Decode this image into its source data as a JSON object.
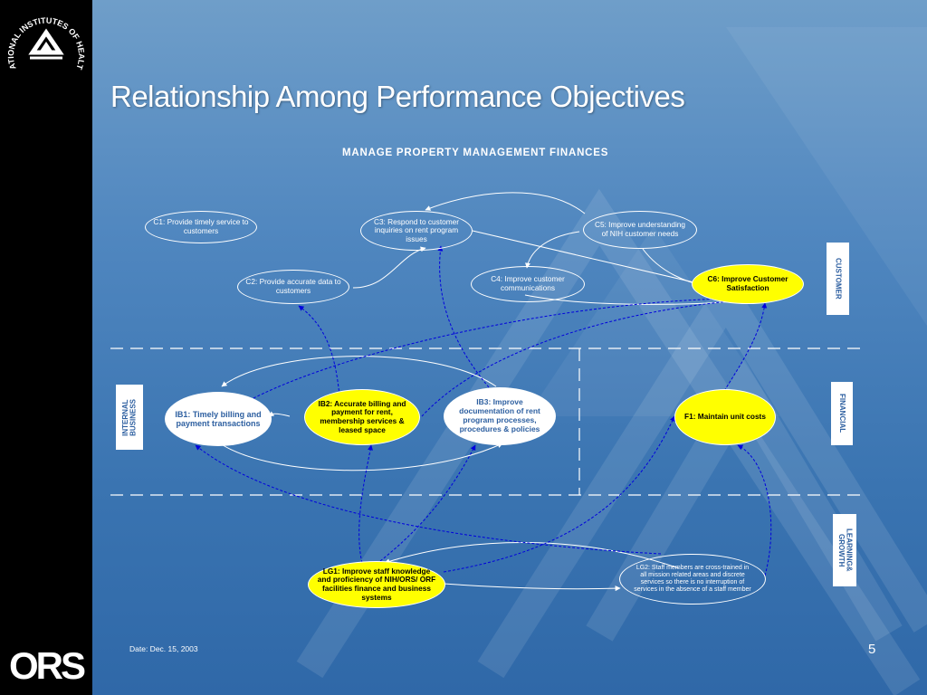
{
  "title": "Relationship Among Performance Objectives",
  "subtitle": "MANAGE  PROPERTY  MANAGEMENT  FINANCES",
  "logos": {
    "nih": "NATIONAL INSTITUTES OF HEALTH",
    "ors": "ORS"
  },
  "perspectives": {
    "customer": "CUSTOMER",
    "internal_business": "INTERNAL\nBUSINESS",
    "financial": "FINANCIAL",
    "learning_growth": "LEARNING&\nGROWTH"
  },
  "nodes": {
    "c1": "C1:  Provide timely service  to  customers",
    "c2": "C2:  Provide accurate data  to  customers",
    "c3": "C3:  Respond to customer  inquiries on  rent program issues",
    "c4": "C4:  Improve customer communications",
    "c5": "C5:  Improve understanding of NIH customer   needs",
    "c6": "C6:  Improve Customer Satisfaction",
    "ib1": "IB1: Timely billing and  payment transactions",
    "ib2": "IB2:  Accurate billing and  payment for  rent, membership services  &  leased space",
    "ib3": "IB3:  Improve documentation  of rent  program processes, procedures  & policies",
    "f1": "F1:  Maintain unit costs",
    "lg1": "LG1:   Improve staff knowledge  and proficiency of NIH/ORS/ ORF facilities finance and business    systems",
    "lg2": "LG2:  Staff  members are cross-trained  in  all mission  related  areas and  discrete services so  there  is no  interruption  of  services in the absence of a staff member"
  },
  "footer": {
    "date": "Date: Dec. 15, 2003",
    "page_number": "5"
  },
  "colors": {
    "background": "#3a74b1",
    "highlight": "#ffff00",
    "link": "#0000dd",
    "sidebar": "#000000"
  }
}
